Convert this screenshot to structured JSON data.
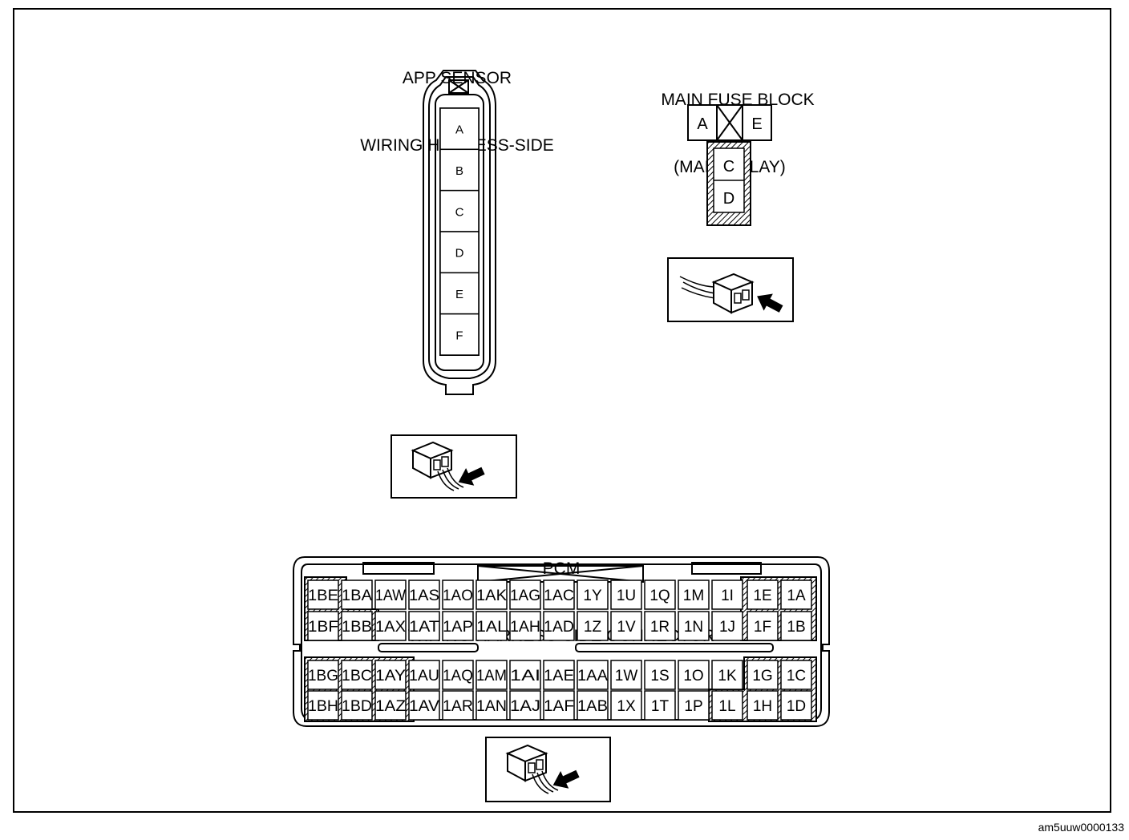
{
  "app_sensor": {
    "title_line1": "APP SENSOR",
    "title_line2": "WIRING HARNESS-SIDE",
    "pins": [
      "A",
      "B",
      "C",
      "D",
      "E",
      "F"
    ]
  },
  "main_fuse_block": {
    "title_line1": "MAIN FUSE BLOCK",
    "title_line2": "(MAIN RELAY)",
    "pins": {
      "a": "A",
      "e": "E",
      "c": "C",
      "d": "D"
    }
  },
  "pcm": {
    "title_line1": "PCM",
    "title_line2": "WIRING HARNESS-SIDE CONNECTOR",
    "rows": [
      [
        "1BE",
        "1BA",
        "1AW",
        "1AS",
        "1AO",
        "1AK",
        "1AG",
        "1AC",
        "1Y",
        "1U",
        "1Q",
        "1M",
        "1I",
        "1E",
        "1A"
      ],
      [
        "1BF",
        "1BB",
        "1AX",
        "1AT",
        "1AP",
        "1AL",
        "1AH",
        "1AD",
        "1Z",
        "1V",
        "1R",
        "1N",
        "1J",
        "1F",
        "1B"
      ],
      [
        "1BG",
        "1BC",
        "1AY",
        "1AU",
        "1AQ",
        "1AM",
        "1AI",
        "1AE",
        "1AA",
        "1W",
        "1S",
        "1O",
        "1K",
        "1G",
        "1C"
      ],
      [
        "1BH",
        "1BD",
        "1AZ",
        "1AV",
        "1AR",
        "1AN",
        "1AJ",
        "1AF",
        "1AB",
        "1X",
        "1T",
        "1P",
        "1L",
        "1H",
        "1D"
      ]
    ]
  },
  "footer": {
    "code": "am5uuw0000133"
  }
}
